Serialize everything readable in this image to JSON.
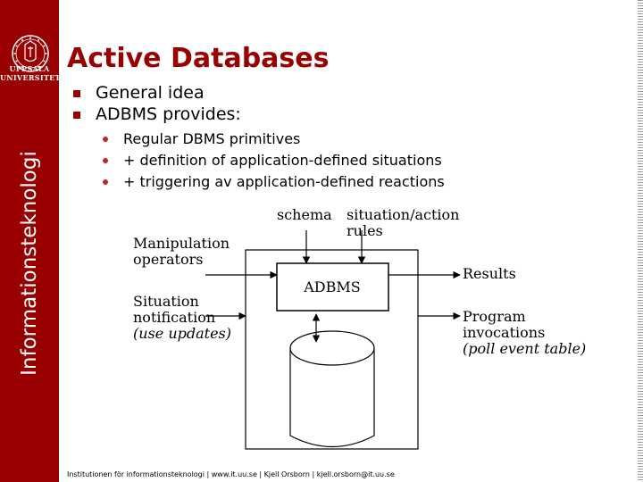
{
  "sidebar": {
    "university_line1": "UPPSALA",
    "university_line2": "UNIVERSITET",
    "vertical_title": "Informationsteknologi"
  },
  "slide": {
    "title": "Active Databases",
    "bullets": [
      {
        "text": "General idea"
      },
      {
        "text": "ADBMS provides:"
      }
    ],
    "sub_bullets": [
      {
        "text": "Regular DBMS primitives"
      },
      {
        "text": "+ definition of application-defined situations"
      },
      {
        "text": "+ triggering av application-defined reactions"
      }
    ]
  },
  "diagram": {
    "schema": "schema",
    "rules_line1": "situation/action",
    "rules_line2": "rules",
    "manip_line1": "Manipulation",
    "manip_line2": "operators",
    "sit_line1": "Situation",
    "sit_line2": "notification",
    "sit_line3": "(use updates)",
    "adbms": "ADBMS",
    "results": "Results",
    "prog_line1": "Program",
    "prog_line2": "invocations",
    "prog_line3": "(poll event table)"
  },
  "footer": {
    "text": "Institutionen för informationsteknologi | www.it.uu.se | Kjell Orsborn | kjell.orsborn@it.uu.se"
  },
  "colors": {
    "brand": "#990000",
    "bullet": "#990000",
    "sub_bullet": "#cc2222"
  }
}
